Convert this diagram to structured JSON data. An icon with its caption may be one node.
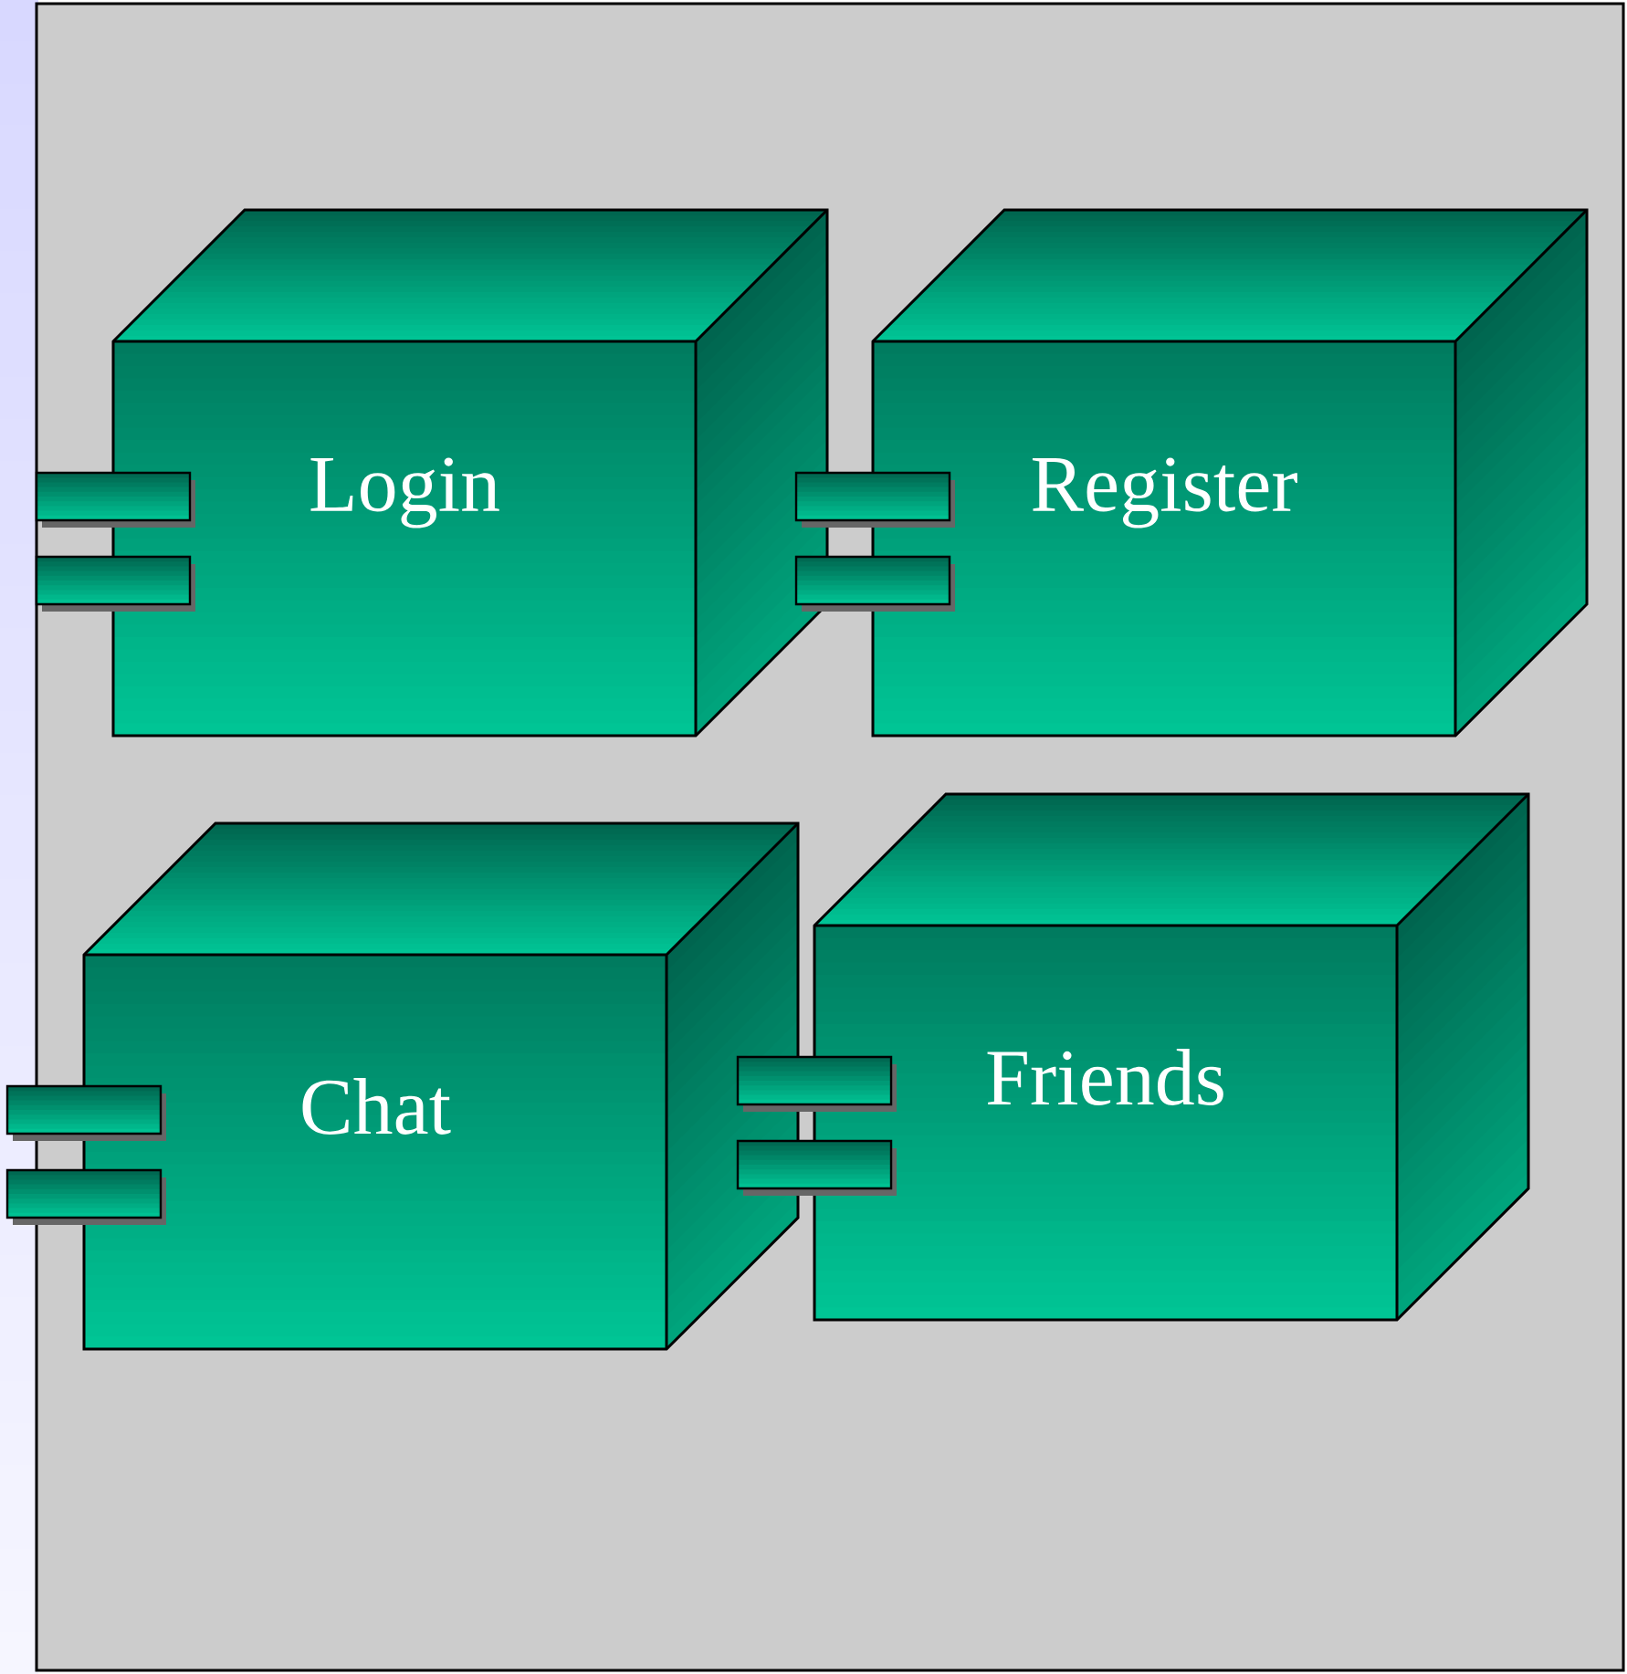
{
  "diagram": {
    "nodes": [
      {
        "text": [
          "Login"
        ]
      },
      {
        "text": [
          "Register"
        ]
      },
      {
        "text": [
          "Chat"
        ]
      },
      {
        "text": [
          "Friends"
        ]
      }
    ]
  }
}
